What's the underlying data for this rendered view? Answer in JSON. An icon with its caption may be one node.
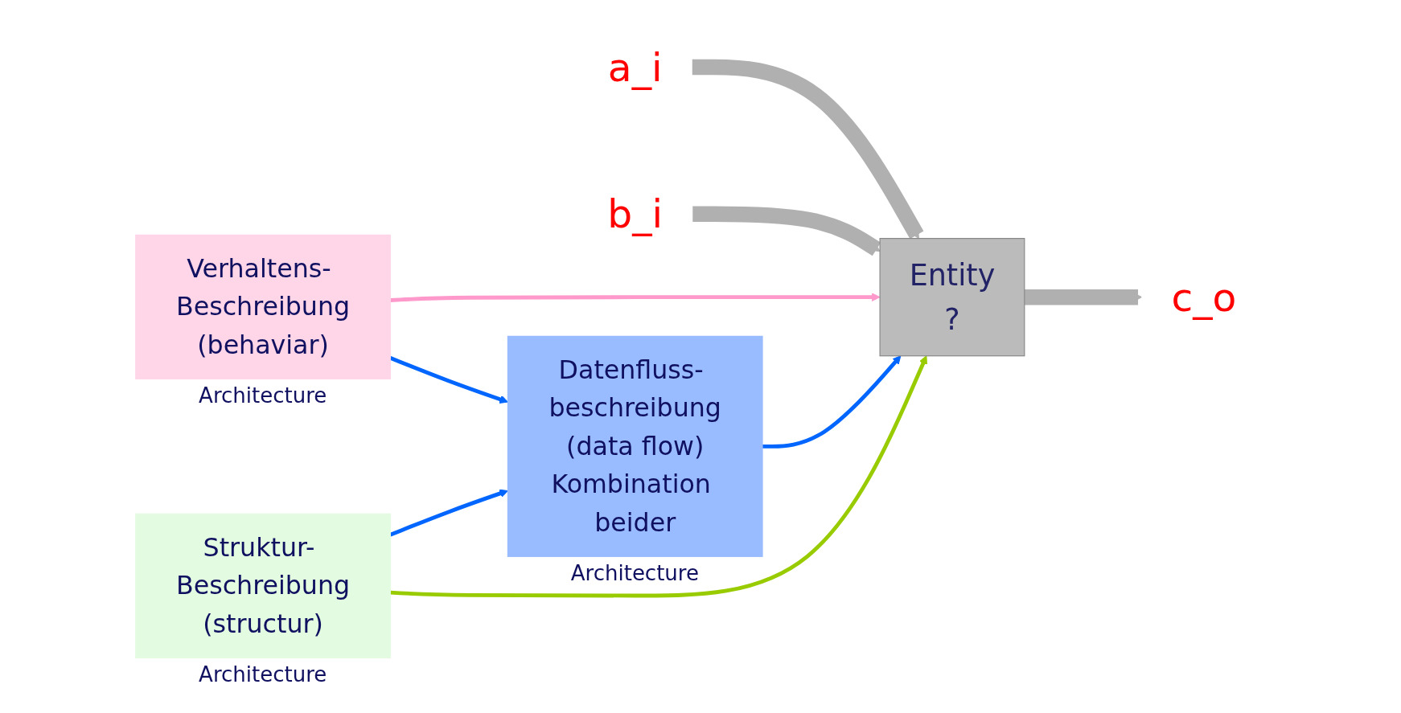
{
  "diagram": {
    "nodes": [
      {
        "text": [
          "a_i"
        ]
      },
      {
        "text": [
          "b_i"
        ]
      },
      {
        "text": [
          "Entity",
          "?"
        ]
      },
      {
        "text": [
          "c_o"
        ]
      },
      {
        "text": [
          "Verhaltens- Beschreibung",
          "(behaviar)"
        ],
        "beside": [
          "Architecture"
        ]
      },
      {
        "text": [
          "Datenfluss- beschreibung",
          "(data flow)",
          "Kombination beider"
        ],
        "beside": [
          "Architecture"
        ]
      },
      {
        "text": [
          "Struktur- Beschreibung",
          "(structur)"
        ],
        "beside": [
          "Architecture"
        ]
      }
    ],
    "edges": [
      {
        "from": 0,
        "to": 2,
        "arrow": "to",
        "style": "thick",
        "color": "#b0b0b0"
      },
      {
        "from": 1,
        "to": 2,
        "arrow": "to",
        "style": "thick",
        "color": "#b0b0b0"
      },
      {
        "from": 2,
        "to": 3,
        "arrow": "to",
        "style": "thick",
        "color": "#b0b0b0"
      },
      {
        "from": 4,
        "to": 2,
        "arrow": "to",
        "color": "#ff99cc"
      },
      {
        "from": 5,
        "to": 2,
        "arrow": "to",
        "color": "#0066ff"
      },
      {
        "from": 6,
        "to": 2,
        "arrow": "to",
        "color": "#99cc00"
      },
      {
        "from": 4,
        "to": 5,
        "arrow": "to",
        "color": "#0066ff"
      },
      {
        "from": 6,
        "to": 5,
        "arrow": "to",
        "color": "#0066ff"
      }
    ]
  }
}
